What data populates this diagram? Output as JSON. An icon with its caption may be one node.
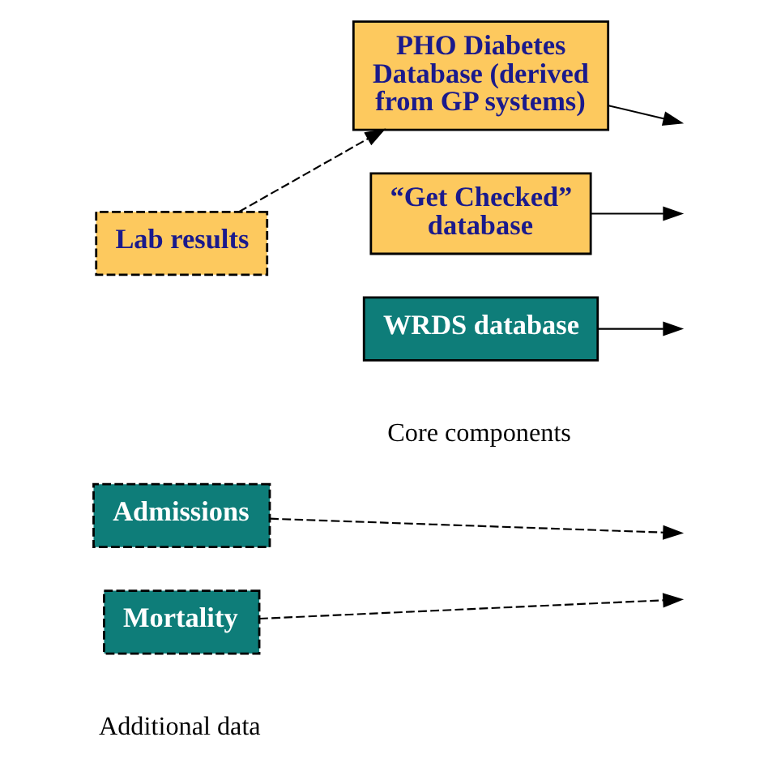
{
  "diagram": {
    "nodes": [
      {
        "text": [
          "Lab results"
        ]
      },
      {
        "text": [
          "PHO Diabetes Database (derived from GP systems)"
        ]
      },
      {
        "text": [
          "“Get Checked” database"
        ]
      },
      {
        "text": [
          "WRDS database"
        ]
      },
      {
        "text": [
          "Admissions"
        ]
      },
      {
        "text": [
          "Mortality"
        ]
      }
    ],
    "edges": [
      {
        "from": 0,
        "to": 1,
        "arrow": "to",
        "style": "dashed"
      },
      {
        "from": 1,
        "to": null,
        "arrow": "to"
      },
      {
        "from": 2,
        "to": null,
        "arrow": "to"
      },
      {
        "from": 3,
        "to": null,
        "arrow": "to"
      },
      {
        "from": 4,
        "to": null,
        "arrow": "to",
        "style": "dashed"
      },
      {
        "from": 5,
        "to": null,
        "arrow": "to",
        "style": "dashed"
      }
    ],
    "labels": [
      "Additional data",
      "Core components"
    ]
  }
}
